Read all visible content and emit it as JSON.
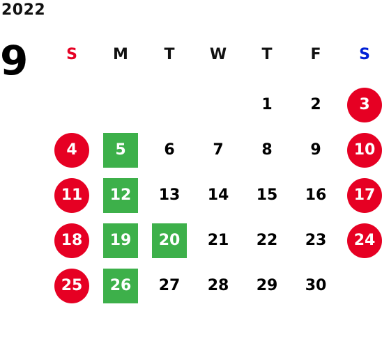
{
  "year": "2022",
  "month": "9",
  "colors": {
    "sunday": "#e60023",
    "saturday": "#0020d6",
    "holiday_circle": "#e60023",
    "closed_box": "#3db04a"
  },
  "weekdays": [
    {
      "label": "S",
      "type": "sun"
    },
    {
      "label": "M",
      "type": "weekday"
    },
    {
      "label": "T",
      "type": "weekday"
    },
    {
      "label": "W",
      "type": "weekday"
    },
    {
      "label": "T",
      "type": "weekday"
    },
    {
      "label": "F",
      "type": "weekday"
    },
    {
      "label": "S",
      "type": "sat"
    }
  ],
  "weeks": [
    [
      null,
      null,
      null,
      null,
      {
        "day": "1",
        "mark": ""
      },
      {
        "day": "2",
        "mark": ""
      },
      {
        "day": "3",
        "mark": "holiday"
      }
    ],
    [
      {
        "day": "4",
        "mark": "holiday"
      },
      {
        "day": "5",
        "mark": "closed"
      },
      {
        "day": "6",
        "mark": ""
      },
      {
        "day": "7",
        "mark": ""
      },
      {
        "day": "8",
        "mark": ""
      },
      {
        "day": "9",
        "mark": ""
      },
      {
        "day": "10",
        "mark": "holiday"
      }
    ],
    [
      {
        "day": "11",
        "mark": "holiday"
      },
      {
        "day": "12",
        "mark": "closed"
      },
      {
        "day": "13",
        "mark": ""
      },
      {
        "day": "14",
        "mark": ""
      },
      {
        "day": "15",
        "mark": ""
      },
      {
        "day": "16",
        "mark": ""
      },
      {
        "day": "17",
        "mark": "holiday"
      }
    ],
    [
      {
        "day": "18",
        "mark": "holiday"
      },
      {
        "day": "19",
        "mark": "closed"
      },
      {
        "day": "20",
        "mark": "closed"
      },
      {
        "day": "21",
        "mark": ""
      },
      {
        "day": "22",
        "mark": ""
      },
      {
        "day": "23",
        "mark": ""
      },
      {
        "day": "24",
        "mark": "holiday"
      }
    ],
    [
      {
        "day": "25",
        "mark": "holiday"
      },
      {
        "day": "26",
        "mark": "closed"
      },
      {
        "day": "27",
        "mark": ""
      },
      {
        "day": "28",
        "mark": ""
      },
      {
        "day": "29",
        "mark": ""
      },
      {
        "day": "30",
        "mark": ""
      },
      null
    ]
  ]
}
